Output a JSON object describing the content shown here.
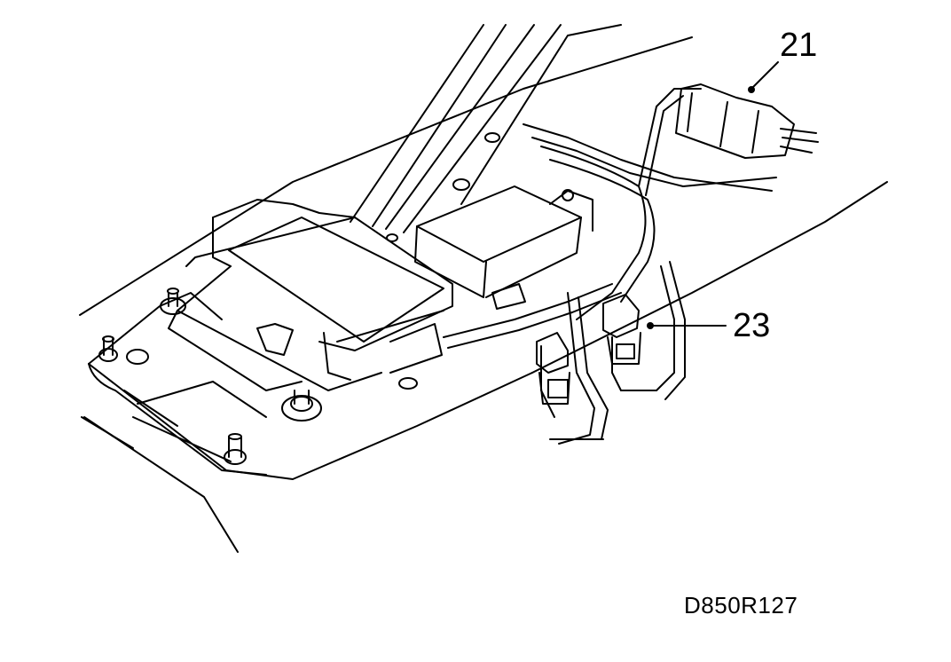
{
  "callouts": [
    {
      "id": "21",
      "label": "21"
    },
    {
      "id": "23",
      "label": "23"
    }
  ],
  "figure_code": "D850R127",
  "colors": {
    "line": "#000000",
    "background": "#ffffff"
  }
}
